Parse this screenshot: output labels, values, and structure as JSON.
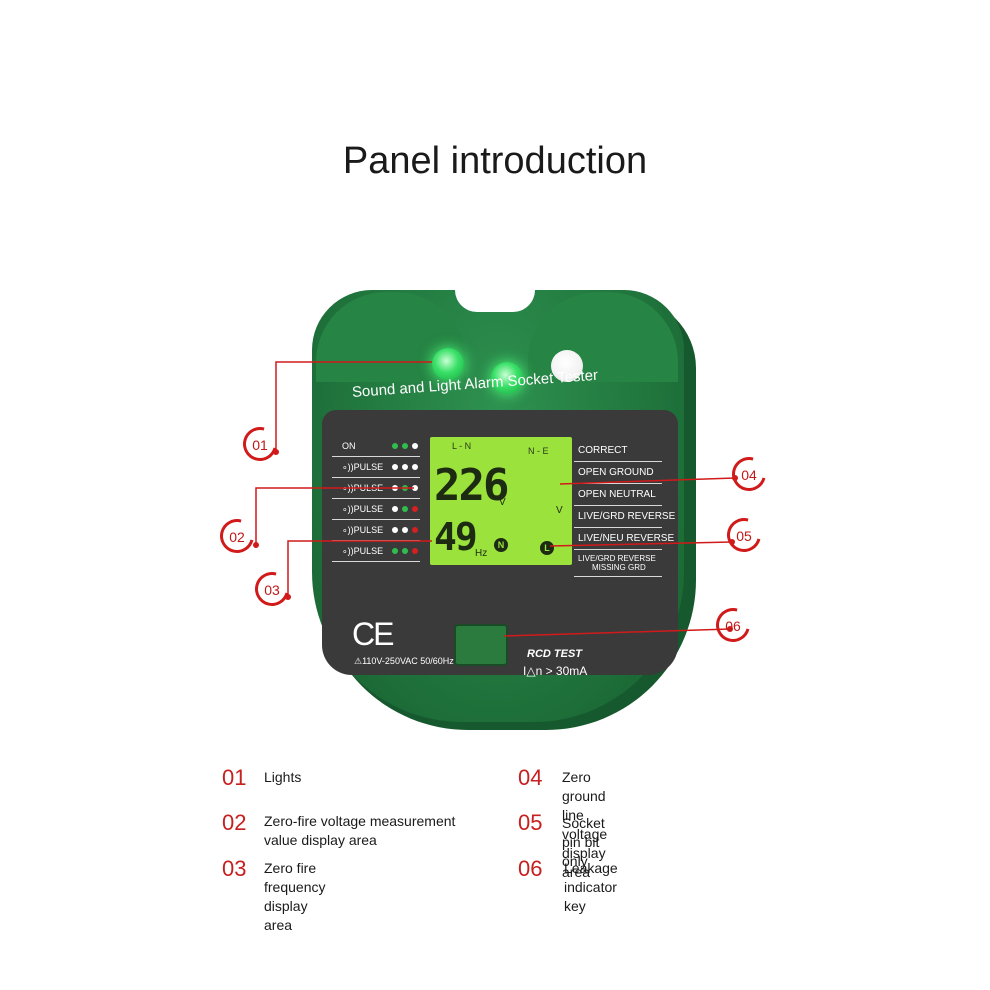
{
  "page": {
    "title": "Panel introduction"
  },
  "device": {
    "name": "Sound and Light Alarm Socket Tester",
    "left_rows": [
      {
        "label": "ON",
        "dots": [
          "g",
          "g",
          "w"
        ]
      },
      {
        "label": "PULSE",
        "dots": [
          "w",
          "w",
          "w"
        ]
      },
      {
        "label": "PULSE",
        "dots": [
          "w",
          "g",
          "w"
        ]
      },
      {
        "label": "PULSE",
        "dots": [
          "w",
          "g",
          "r"
        ]
      },
      {
        "label": "PULSE",
        "dots": [
          "w",
          "w",
          "r"
        ]
      },
      {
        "label": "PULSE",
        "dots": [
          "g",
          "g",
          "r"
        ]
      }
    ],
    "lcd": {
      "ln_label": "L - N",
      "ne_label": "N - E",
      "voltage": "226",
      "voltage_unit_left": "V",
      "voltage_unit_right": "V",
      "frequency": "49",
      "frequency_unit": "Hz",
      "n_badge": "N",
      "l_badge": "L"
    },
    "right_rows": [
      "CORRECT",
      "OPEN GROUND",
      "OPEN NEUTRAL",
      "LIVE/GRD REVERSE",
      "LIVE/NEU REVERSE"
    ],
    "right_row_last": [
      "LIVE/GRD REVERSE",
      "MISSING GRD"
    ],
    "ce_mark": "CE",
    "rating": "110V-250VAC 50/60Hz",
    "rcd_label": "RCD TEST",
    "rcd_spec": "I△n > 30mA"
  },
  "callouts": [
    "01",
    "02",
    "03",
    "04",
    "05",
    "06"
  ],
  "legend": [
    {
      "num": "01",
      "text": "Lights"
    },
    {
      "num": "02",
      "text": "Zero-fire voltage measurement value display area"
    },
    {
      "num": "03",
      "text": "Zero fire frequency display area"
    },
    {
      "num": "04",
      "text": "Zero ground line voltage display area"
    },
    {
      "num": "05",
      "text": "Socket pin bit only"
    },
    {
      "num": "06",
      "text": "Leakage indicator key"
    }
  ],
  "colors": {
    "shell": "#21773e",
    "panel": "#3a3a3a",
    "lcd": "#9be23c",
    "callout_red": "#d11a1a",
    "led_green": "#39e067"
  }
}
